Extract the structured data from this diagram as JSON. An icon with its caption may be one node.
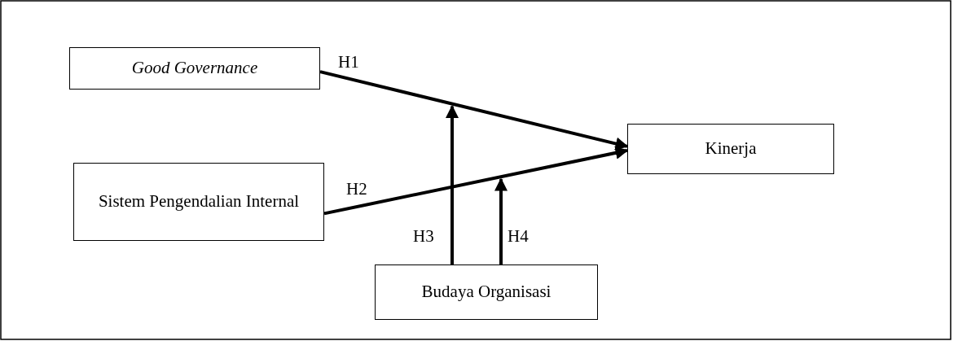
{
  "diagram": {
    "nodes": [
      {
        "text": [
          "Good Governance"
        ]
      },
      {
        "text": [
          "Sistem Pengendalian Internal"
        ]
      },
      {
        "text": [
          "Kinerja"
        ]
      },
      {
        "text": [
          "Budaya Organisasi"
        ]
      }
    ],
    "edges": [
      {
        "from": 0,
        "to": 2,
        "arrow": "to",
        "label": "H1"
      },
      {
        "from": 1,
        "to": 2,
        "arrow": "to",
        "label": "H2"
      },
      {
        "from": 3,
        "to": null,
        "arrow": "to",
        "label": "H3"
      },
      {
        "from": 3,
        "to": null,
        "arrow": "to",
        "label": "H4"
      }
    ]
  }
}
